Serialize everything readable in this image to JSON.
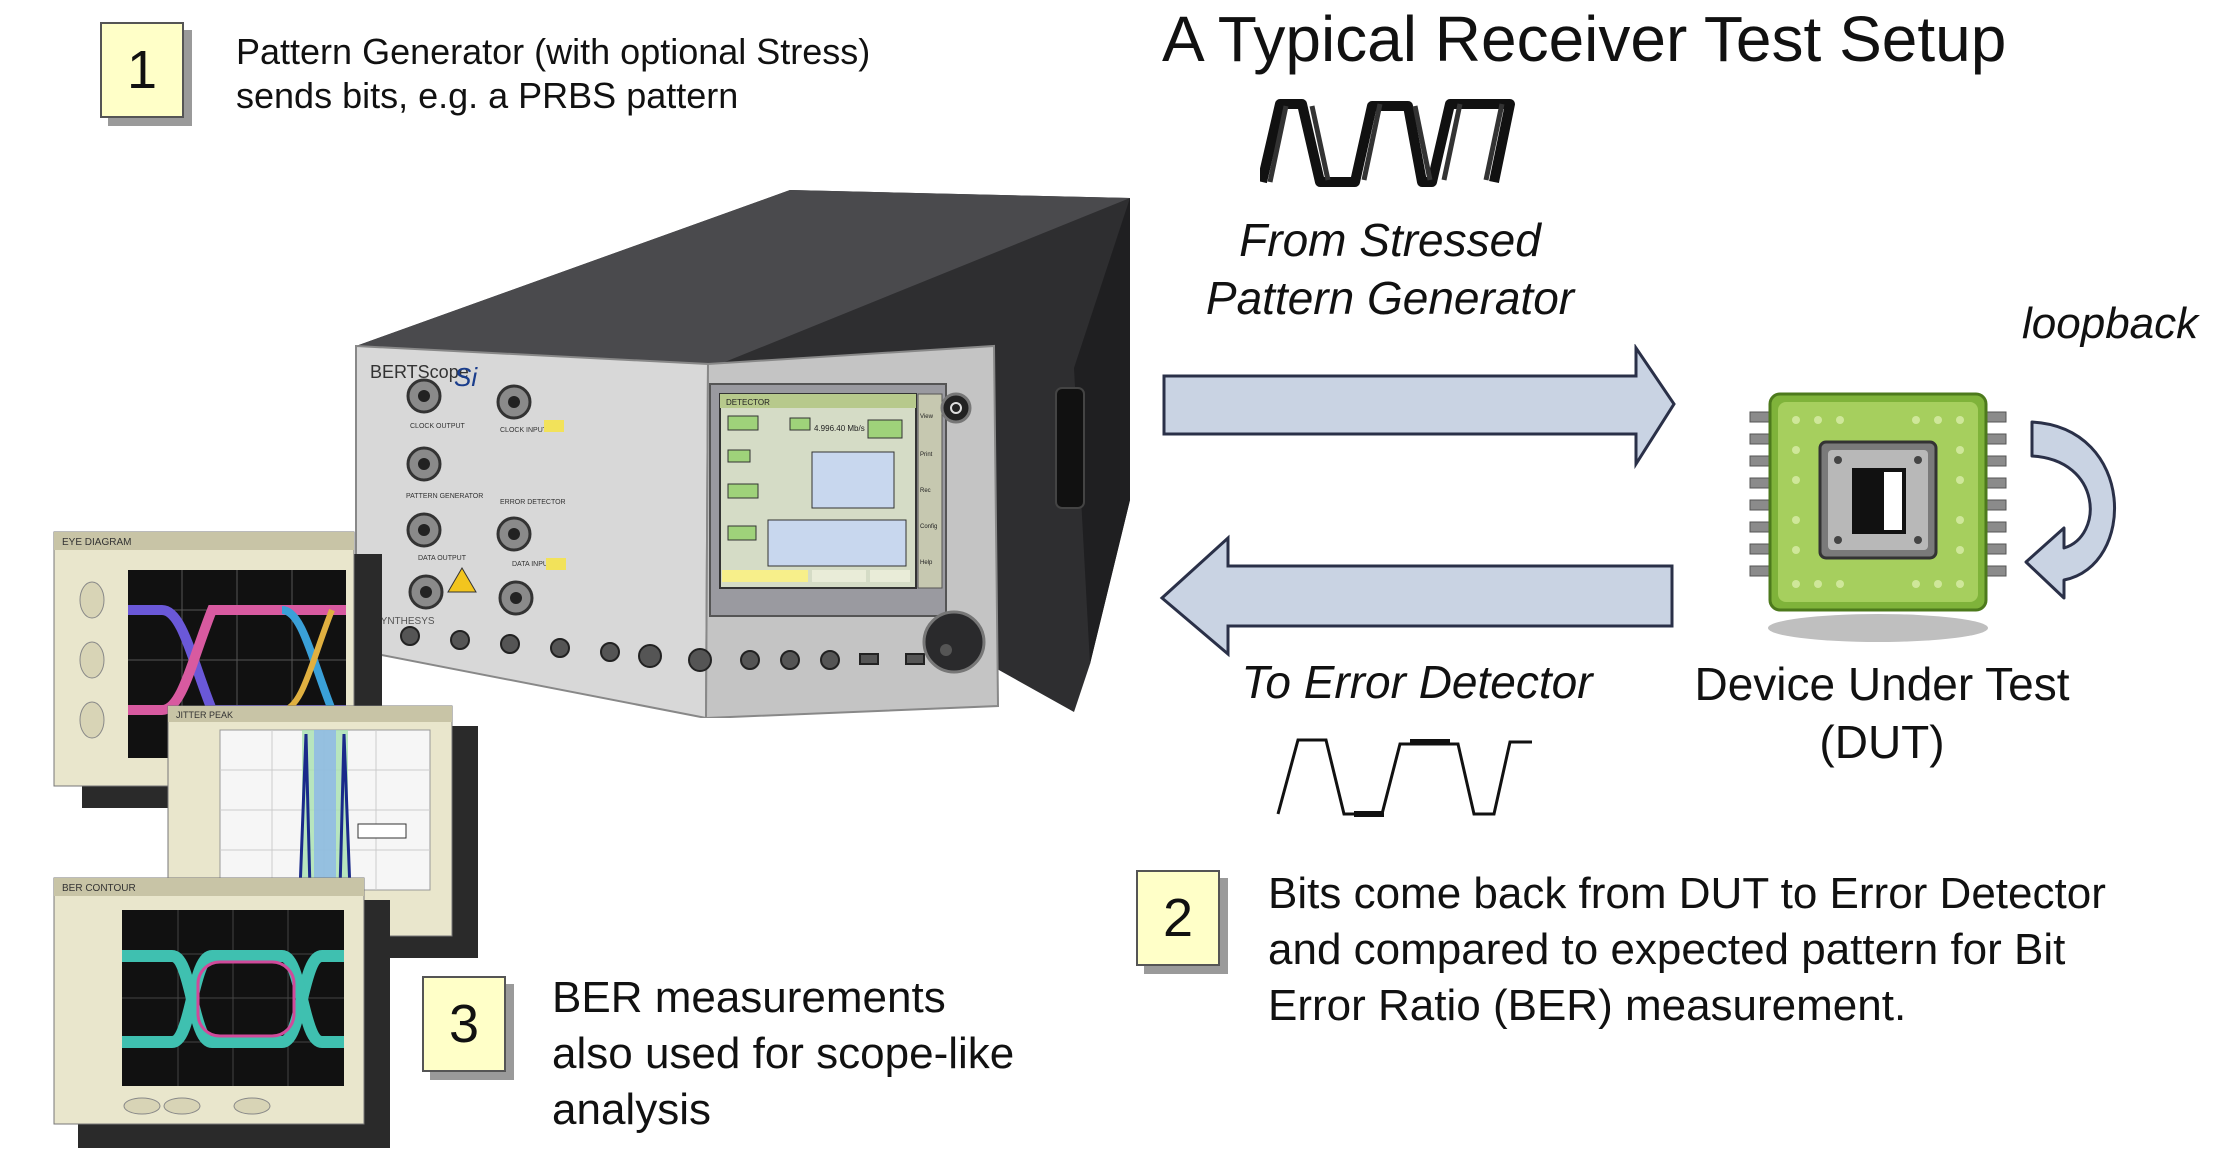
{
  "title": "A Typical Receiver Test Setup",
  "steps": [
    {
      "number": "1",
      "lines": [
        "Pattern Generator (with optional Stress)",
        "sends bits, e.g. a PRBS pattern"
      ]
    },
    {
      "number": "2",
      "lines": [
        "Bits come back from DUT to Error Detector",
        "and compared to expected pattern for Bit",
        "Error Ratio (BER) measurement."
      ]
    },
    {
      "number": "3",
      "lines": [
        "BER measurements",
        "also used for scope-like",
        "analysis"
      ]
    }
  ],
  "captions": {
    "from_line1": "From Stressed",
    "from_line2": "Pattern Generator",
    "to": "To Error Detector",
    "loopback": "loopback",
    "dut_line1": "Device Under Test",
    "dut_line2": "(DUT)"
  },
  "instrument": {
    "brand": "BERTScope",
    "brand_suffix": "Si",
    "maker": "SYNTHESYS",
    "screen_header": "DETECTOR",
    "screen_value": "4.996.40 Mb/s",
    "labels": [
      "CLOCK OUTPUT",
      "CLOCK INPUT",
      "PATTERN GENERATOR",
      "ERROR DETECTOR",
      "DATA OUTPUT",
      "DATA INPUT"
    ],
    "side_buttons": [
      "View",
      "Print",
      "Rec",
      "Config",
      "Help"
    ]
  },
  "screenshots": {
    "eye": "EYE DIAGRAM",
    "jitter": "JITTER PEAK",
    "ber": "BER CONTOUR"
  },
  "colors": {
    "arrow_fill": "#c9d3e3",
    "arrow_stroke": "#2a3048",
    "number_box": "#ffffc8",
    "chip_green": "#7fb33a"
  }
}
